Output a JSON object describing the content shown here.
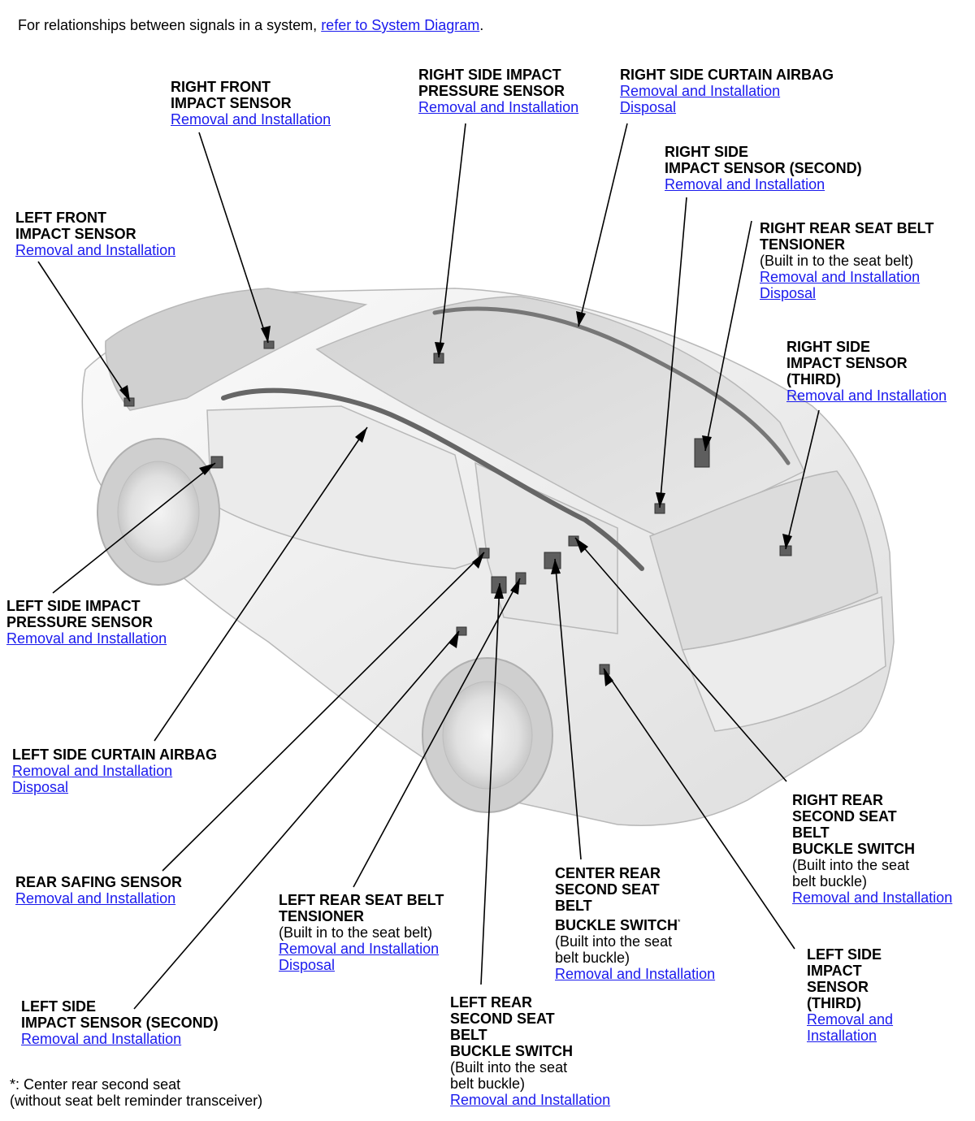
{
  "intro": {
    "text": "For relationships between signals in a system, ",
    "link": "refer to System Diagram",
    "period": "."
  },
  "callouts": {
    "right_front_impact": {
      "title1": "RIGHT FRONT",
      "title2": "IMPACT SENSOR",
      "link1": "Removal and Installation"
    },
    "right_side_impact_pressure": {
      "title1": "RIGHT SIDE IMPACT",
      "title2": "PRESSURE SENSOR",
      "link1": "Removal and Installation"
    },
    "right_side_curtain": {
      "title1": "RIGHT SIDE CURTAIN AIRBAG",
      "link1": "Removal and Installation",
      "link2": "Disposal"
    },
    "right_side_impact_second": {
      "title1": "RIGHT SIDE",
      "title2": "IMPACT SENSOR (SECOND)",
      "link1": "Removal and Installation"
    },
    "right_rear_tensioner": {
      "title1": "RIGHT REAR SEAT BELT",
      "title2": "TENSIONER",
      "note1": "(Built in to the seat belt)",
      "link1": "Removal and Installation",
      "link2": "Disposal"
    },
    "left_front_impact": {
      "title1": "LEFT FRONT",
      "title2": "IMPACT SENSOR",
      "link1": "Removal and Installation"
    },
    "right_side_impact_third": {
      "title1": "RIGHT SIDE",
      "title2": "IMPACT SENSOR",
      "title3": "(THIRD)",
      "link1": "Removal and Installation"
    },
    "left_side_impact_pressure": {
      "title1": "LEFT SIDE IMPACT",
      "title2": "PRESSURE SENSOR",
      "link1": "Removal and Installation"
    },
    "left_side_curtain": {
      "title1": "LEFT SIDE CURTAIN AIRBAG",
      "link1": "Removal and Installation",
      "link2": "Disposal"
    },
    "right_rear_second_buckle": {
      "title1": "RIGHT REAR",
      "title2": "SECOND SEAT",
      "title3": "BELT",
      "title4": "BUCKLE SWITCH",
      "note1": "(Built into the seat",
      "note2": "belt buckle)",
      "link1": "Removal and Installation"
    },
    "rear_safing": {
      "title1": "REAR SAFING SENSOR",
      "link1": "Removal and Installation"
    },
    "left_rear_tensioner": {
      "title1": "LEFT REAR SEAT BELT",
      "title2": "TENSIONER",
      "note1": "(Built in to the seat belt)",
      "link1": "Removal and Installation",
      "link2": "Disposal"
    },
    "center_rear_second_buckle": {
      "title1": "CENTER REAR",
      "title2": "SECOND SEAT",
      "title3": "BELT",
      "title4": "BUCKLE SWITCH",
      "mark": "*",
      "note1": "(Built into the seat",
      "note2": "belt buckle)",
      "link1": "Removal and Installation"
    },
    "left_side_impact_third": {
      "title1": "LEFT SIDE",
      "title2": "IMPACT",
      "title3": "SENSOR",
      "title4": "(THIRD)",
      "link1": "Removal and",
      "link2": "Installation"
    },
    "left_side_impact_second": {
      "title1": "LEFT SIDE",
      "title2": "IMPACT SENSOR (SECOND)",
      "link1": "Removal and Installation"
    },
    "left_rear_second_buckle": {
      "title1": "LEFT REAR",
      "title2": "SECOND SEAT",
      "title3": "BELT",
      "title4": "BUCKLE SWITCH",
      "note1": "(Built into the seat",
      "note2": "belt buckle)",
      "link1": "Removal and Installation"
    }
  },
  "footnote": {
    "line1": "*: Center rear second seat",
    "line2": "(without seat belt reminder transceiver)"
  },
  "colors": {
    "link": "#1a1aee",
    "body_light": "#f2f2f2",
    "body_mid": "#d6d6d6",
    "body_dark": "#b0b0b0",
    "airbag": "#555555"
  }
}
